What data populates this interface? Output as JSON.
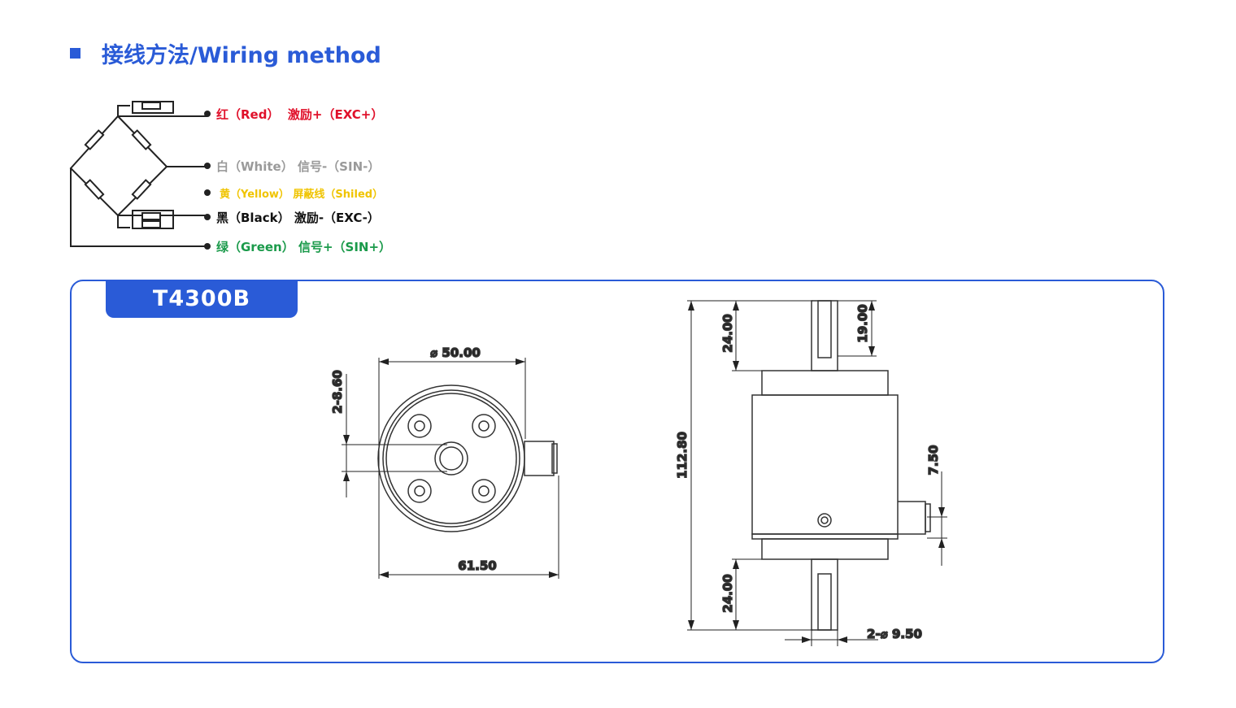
{
  "title": "接线方法/Wiring method",
  "wires": [
    {
      "color_cn": "红（Red）",
      "func": "激励+（EXC+）",
      "hex": "#e0102a"
    },
    {
      "color_cn": "白（White）",
      "func": "信号-（SIN-）",
      "hex": "#9a9a9a"
    },
    {
      "color_cn": "黄（Yellow）",
      "func": "屏蔽线（Shiled）",
      "hex": "#f0c400"
    },
    {
      "color_cn": "黑（Black）",
      "func": "激励-（EXC-）",
      "hex": "#111111"
    },
    {
      "color_cn": "绿（Green）",
      "func": "信号+（SIN+）",
      "hex": "#1a9a4a"
    }
  ],
  "model": "T4300B",
  "dims": {
    "d50": "⌀ 50.00",
    "w61": "61.50",
    "h8": "2-8.60",
    "h112": "112.80",
    "h24a": "24.00",
    "h19": "19.00",
    "h24b": "24.00",
    "h75": "7.50",
    "d95": "2-⌀ 9.50"
  }
}
